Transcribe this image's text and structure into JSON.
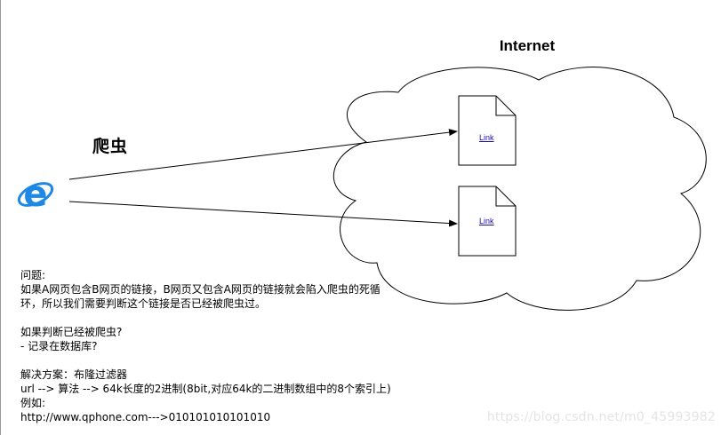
{
  "diagram": {
    "internet_label": "Internet",
    "crawler_label": "爬虫",
    "links": [
      {
        "label": "Link"
      },
      {
        "label": "Link"
      }
    ],
    "browser_icon": "internet-explorer-icon",
    "colors": {
      "icon_blue": "#1e88e5",
      "link": "#1a0dab",
      "stroke": "#000000"
    }
  },
  "notes": {
    "lines": [
      "问题:",
      "如果A网页包含B网页的链接，B网页又包含A网页的链接就会陷入爬虫的死循",
      "环，所以我们需要判断这个链接是否已经被爬虫过。",
      "",
      "如果判断已经被爬虫?",
      "- 记录在数据库?",
      "",
      "解决方案：布隆过滤器",
      "url --> 算法 --> 64k长度的2进制(8bit,对应64k的二进制数组中的8个索引上)",
      "例如:",
      "http://www.qphone.com--->010101010101010"
    ]
  },
  "watermark": "https://blog.csdn.net/m0_45993982"
}
